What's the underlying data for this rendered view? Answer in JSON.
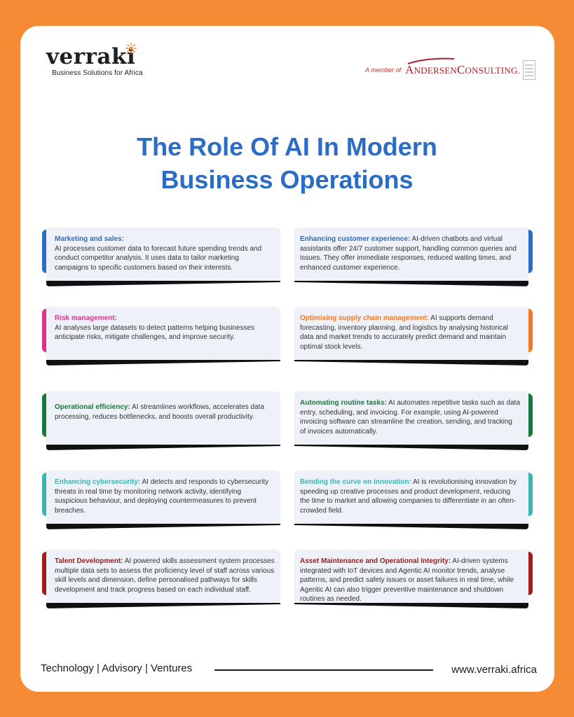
{
  "brand": {
    "logo_text": "verraki",
    "tagline": "Business Solutions for Africa",
    "member_text": "A member of",
    "partner_a": "A",
    "partner_rest1": "NDERSEN",
    "partner_c": "C",
    "partner_rest2": "ONSULTING.",
    "accent_orange": "#f68b36"
  },
  "title": {
    "line1": "The Role Of AI In Modern",
    "line2": "Business Operations",
    "color": "#2b6cc4"
  },
  "cards": [
    {
      "heading": "Marketing and sales:",
      "text": "AI processes customer data to forecast future spending trends and conduct competitor analysis. It uses data to tailor marketing campaigns to specific customers based on their interests.",
      "color": "#2b6cc4"
    },
    {
      "heading": "Enhancing customer experience:",
      "text": " AI-driven chatbots and virtual assistants offer 24/7 customer support, handling common queries and issues. They offer immediate responses, reduced waiting times, and enhanced customer experience.",
      "color": "#2b6cc4"
    },
    {
      "heading": "Risk management:",
      "text": "AI analyses large datasets to detect patterns helping businesses anticipate risks, mitigate challenges, and improve security.",
      "color": "#d9348a"
    },
    {
      "heading": "Optimising supply chain management:",
      "text": " AI supports demand forecasting, inventory planning, and logistics by analysing historical data and market trends to accurately predict demand and maintain optimal stock levels.",
      "color": "#f07a28"
    },
    {
      "heading": "Operational efficiency:",
      "text": " AI streamlines workflows, accelerates data processing, reduces bottlenecks, and boosts overall productivity.",
      "color": "#177a3c"
    },
    {
      "heading": "Automating routine tasks:",
      "text": " AI automates repetitive tasks such as data entry, scheduling, and invoicing. For example, using AI-powered invoicing software can streamline the creation, sending, and tracking of invoices automatically.",
      "color": "#177a3c"
    },
    {
      "heading": "Enhancing cybersecurity:",
      "text": " AI detects and responds to cybersecurity threats in real time by monitoring network activity, identifying suspicious behaviour, and deploying countermeasures to prevent breaches.",
      "color": "#3bb5b0"
    },
    {
      "heading": "Bending the curve on innovation:",
      "text": " AI is revolutionising innovation by speeding up creative processes and product development, reducing the time to market and allowing companies to differentiate in an often-crowded field.",
      "color": "#3bb5b0"
    },
    {
      "heading": "Talent Development:",
      "text": " AI powered skills assessment system processes multiple data sets to assess the proficiency level of staff across various skill levels and dimension, define personalised pathways for skills development and track progress based on each individual staff.",
      "color": "#a31c1c"
    },
    {
      "heading": "Asset Maintenance and Operational Integrity:",
      "text": " AI-driven systems integrated with IoT devices and Agentic AI monitor trends, analyse patterns, and predict safety issues or asset failures in real time, while Agentic AI can also trigger preventive maintenance and shutdown routines as needed.",
      "color": "#a31c1c"
    }
  ],
  "footer": {
    "services": "Technology | Advisory | Ventures",
    "website": "www.verraki.africa"
  }
}
